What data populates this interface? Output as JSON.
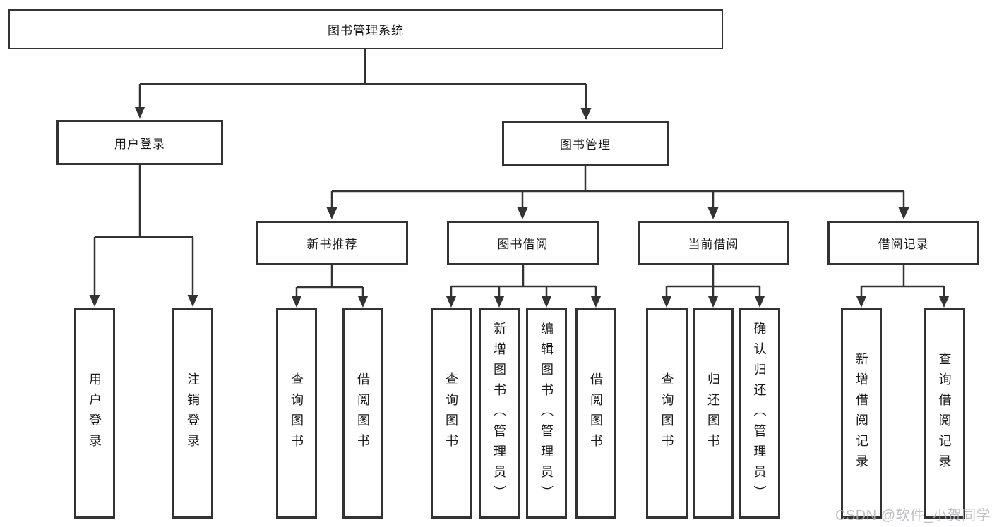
{
  "root": {
    "label": "图书管理系统"
  },
  "level2": [
    {
      "label": "用户登录",
      "children": [
        {
          "label": "用户登录"
        },
        {
          "label": "注销登录"
        }
      ]
    },
    {
      "label": "图书管理",
      "children": [
        {
          "label": "新书推荐",
          "children": [
            {
              "label": "查询图书"
            },
            {
              "label": "借阅图书"
            }
          ]
        },
        {
          "label": "图书借阅",
          "children": [
            {
              "label": "查询图书"
            },
            {
              "label": "新增图书（管理员）"
            },
            {
              "label": "编辑图书（管理员）"
            },
            {
              "label": "借阅图书"
            }
          ]
        },
        {
          "label": "当前借阅",
          "children": [
            {
              "label": "查询图书"
            },
            {
              "label": "归还图书"
            },
            {
              "label": "确认归还（管理员）"
            }
          ]
        },
        {
          "label": "借阅记录",
          "children": [
            {
              "label": "新增借阅记录"
            },
            {
              "label": "查询借阅记录"
            }
          ]
        }
      ]
    }
  ],
  "watermark": "CSDN @软件_小贺同学",
  "colors": {
    "line": "#333333",
    "box_border": "#333333",
    "text": "#1a1a1a",
    "watermark": "#b4b6b9",
    "background": "#ffffff"
  }
}
